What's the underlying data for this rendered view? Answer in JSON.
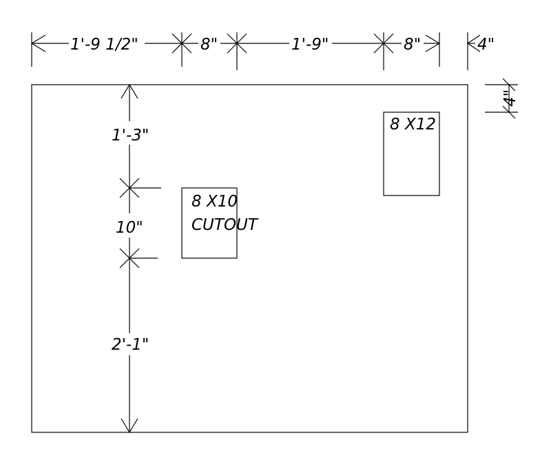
{
  "dimensions": {
    "top": [
      "1'-9 1/2\"",
      "8\"",
      "1'-9\"",
      "8\"",
      "4\""
    ],
    "right": "4\"",
    "vertical": [
      "1'-3\"",
      "10\"",
      "2'-1\""
    ]
  },
  "cutouts": {
    "center": {
      "line1": "8 X10",
      "line2": "CUTOUT"
    },
    "corner": {
      "label": "8 X12"
    }
  }
}
